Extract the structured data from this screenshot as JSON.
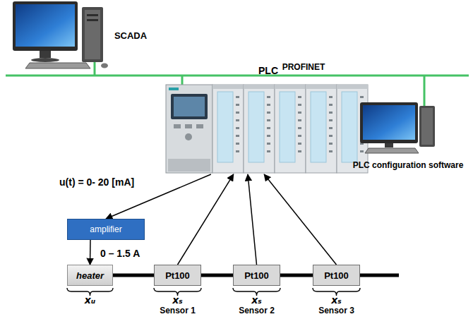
{
  "diagram": {
    "nodes": [
      {
        "text": [
          "SCADA"
        ]
      },
      {
        "text": [
          "PLC"
        ]
      },
      {
        "text": [
          "PLC configuration software"
        ]
      },
      {
        "text": [
          "amplifier"
        ]
      },
      {
        "text": [
          "heater"
        ]
      },
      {
        "text": [
          "Pt100"
        ]
      },
      {
        "text": [
          "Pt100"
        ]
      },
      {
        "text": [
          "Pt100"
        ]
      }
    ],
    "edges": [
      {
        "from": 1,
        "to": 3,
        "arrow": "to",
        "label": "u(t) = 0- 20 [mA]"
      },
      {
        "from": 3,
        "to": 4,
        "arrow": "to",
        "label": "0 – 1.5 A"
      },
      {
        "from": 5,
        "to": 1,
        "arrow": "to"
      },
      {
        "from": 6,
        "to": 1,
        "arrow": "to"
      },
      {
        "from": 7,
        "to": 1,
        "arrow": "to"
      }
    ],
    "labels": [
      "PROFINET",
      "xᵤ",
      "xₛ",
      "xₛ",
      "xₛ",
      "Sensor 1",
      "Sensor 2",
      "Sensor 3"
    ]
  }
}
